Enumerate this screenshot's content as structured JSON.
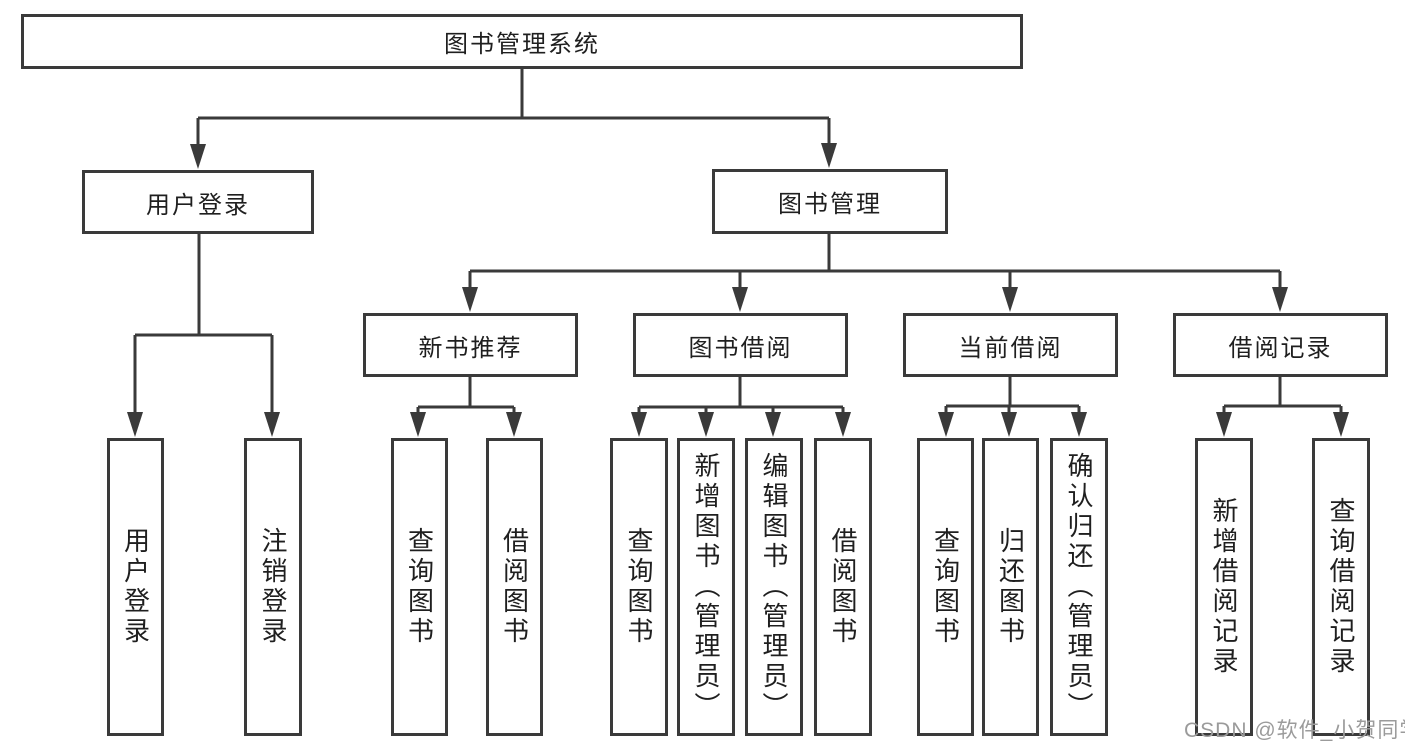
{
  "nodes": {
    "root": {
      "label": "图书管理系统"
    },
    "userLogin": {
      "label": "用户登录"
    },
    "bookMgmt": {
      "label": "图书管理"
    },
    "newBookRec": {
      "label": "新书推荐"
    },
    "bookBorrow": {
      "label": "图书借阅"
    },
    "currentBorrow": {
      "label": "当前借阅"
    },
    "borrowRecords": {
      "label": "借阅记录"
    },
    "leafUserLogin": {
      "label": "用户登录"
    },
    "leafLogout": {
      "label": "注销登录"
    },
    "leafRecQuery": {
      "label": "查询图书"
    },
    "leafRecBorrow": {
      "label": "借阅图书"
    },
    "leafBbQuery": {
      "label": "查询图书"
    },
    "leafBbAdd": {
      "label": "新增图书（管理员）"
    },
    "leafBbEdit": {
      "label": "编辑图书（管理员）"
    },
    "leafBbBorrow": {
      "label": "借阅图书"
    },
    "leafCbQuery": {
      "label": "查询图书"
    },
    "leafCbReturn": {
      "label": "归还图书"
    },
    "leafCbConfirm": {
      "label": "确认归还（管理员）"
    },
    "leafBrAdd": {
      "label": "新增借阅记录"
    },
    "leafBrQuery": {
      "label": "查询借阅记录"
    }
  },
  "watermark": "CSDN @软件_小贺同学",
  "colors": {
    "line": "#3a3a3a",
    "text": "#1f1f1f",
    "background": "#ffffff",
    "watermark": "#9b9b9b"
  }
}
